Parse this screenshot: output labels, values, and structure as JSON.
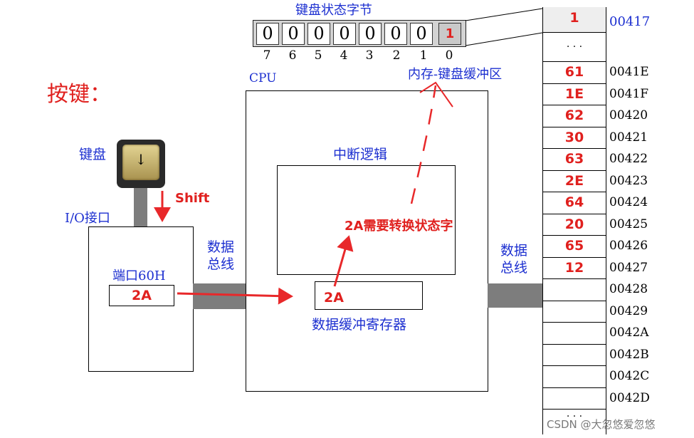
{
  "status_word": {
    "title": "键盘状态字节",
    "bits": [
      "0",
      "0",
      "0",
      "0",
      "0",
      "0",
      "0",
      "1"
    ],
    "indices": [
      "7",
      "6",
      "5",
      "4",
      "3",
      "2",
      "1",
      "0"
    ]
  },
  "memory": {
    "top_cell": "1",
    "ellipsis": "· · ·",
    "top_addr": "00417",
    "buffer_label": "内存-键盘缓冲区",
    "values": [
      "61",
      "1E",
      "62",
      "30",
      "63",
      "2E",
      "64",
      "20",
      "65",
      "12",
      "",
      "",
      "",
      "",
      "",
      ""
    ],
    "addresses": [
      "0041E",
      "0041F",
      "00420",
      "00421",
      "00422",
      "00423",
      "00424",
      "00425",
      "00426",
      "00427",
      "00428",
      "00429",
      "0042A",
      "0042B",
      "0042C",
      "0042D"
    ],
    "bottom_ellipsis": "· · ·"
  },
  "heading": "按键：",
  "keyboard_label": "键盘",
  "key_glyph": "↓",
  "shift_label": "Shift",
  "io_label": "I/O接口",
  "port_label": "端口60H",
  "port_value": "2A",
  "bus_left": [
    "数据",
    "总线"
  ],
  "bus_right": [
    "数据",
    "总线"
  ],
  "cpu_label": "CPU",
  "interrupt_label": "中断逻辑",
  "annotation": "2A需要转换状态字",
  "register_value": "2A",
  "register_label": "数据缓冲寄存器",
  "watermark": "CSDN @大忽悠爱忽悠"
}
